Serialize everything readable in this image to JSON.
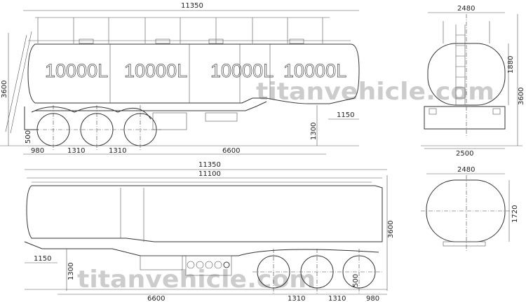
{
  "watermark": "titanvehicle.com",
  "side_view_top": {
    "compartments": [
      "10000L",
      "10000L",
      "10000L",
      "10000L"
    ],
    "overall_length": "11350",
    "height": "3600",
    "wheel_height": "500",
    "fifth_wheel_height": "1300",
    "kingpin_offset": "1150",
    "bottom_dims": [
      "980",
      "1310",
      "1310",
      "6600"
    ]
  },
  "side_view_bottom": {
    "overall_length": "11350",
    "tank_length": "11100",
    "height": "3600",
    "wheel_height": "500",
    "fifth_wheel_height": "1300",
    "kingpin_offset": "1150",
    "bottom_dims": [
      "6600",
      "1310",
      "1310",
      "980"
    ]
  },
  "rear_view": {
    "tank_width": "2480",
    "tank_height": "1880",
    "height": "3600",
    "overall_width": "2500"
  },
  "front_view": {
    "tank_width": "2480",
    "tank_height": "1720"
  }
}
